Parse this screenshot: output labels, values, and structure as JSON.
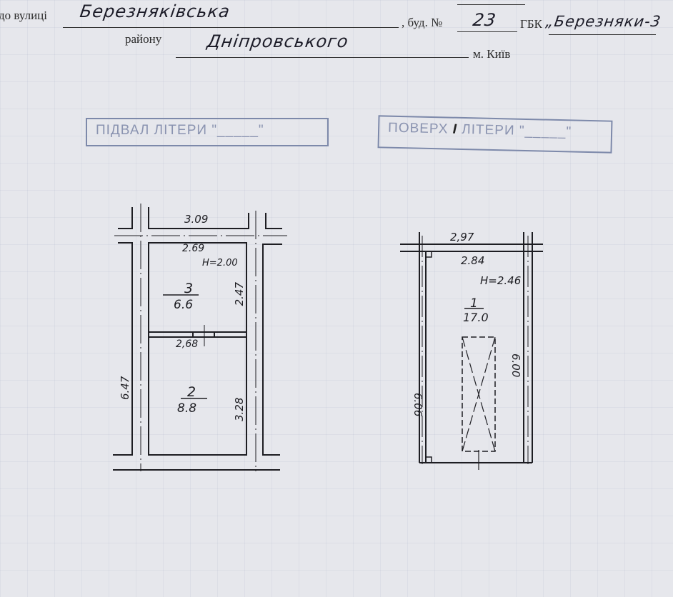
{
  "header": {
    "street_label": "до вулиці",
    "street_value": "Березняківська",
    "building_label": ", буд. №",
    "building_value": "23",
    "gbk_label": "ГБК",
    "gbk_value": "„Березняки-3",
    "district_label": "району",
    "district_value": "Дніпровського",
    "city_label": "м. Київ"
  },
  "stamps": {
    "basement": "ПІДВАЛ ЛІТЕРИ \"_____\"",
    "floor_prefix": "ПОВЕРХ",
    "floor_number": "I",
    "floor_suffix": "ЛІТЕРИ \"_____\""
  },
  "basement_plan": {
    "outer_width": "3.09",
    "inner_width": "2.69",
    "height_label": "H=2.00",
    "room3_number": "3",
    "room3_area": "6.6",
    "room3_length": "2.47",
    "partition_width": "2,68",
    "room2_number": "2",
    "room2_area": "8.8",
    "room2_length": "3.28",
    "total_length": "6.47"
  },
  "floor_plan": {
    "outer_width": "2,97",
    "inner_width": "2.84",
    "height_label": "H=2.46",
    "room1_number": "1",
    "room1_area": "17.0",
    "left_length": "6.06",
    "right_length": "6.00"
  }
}
